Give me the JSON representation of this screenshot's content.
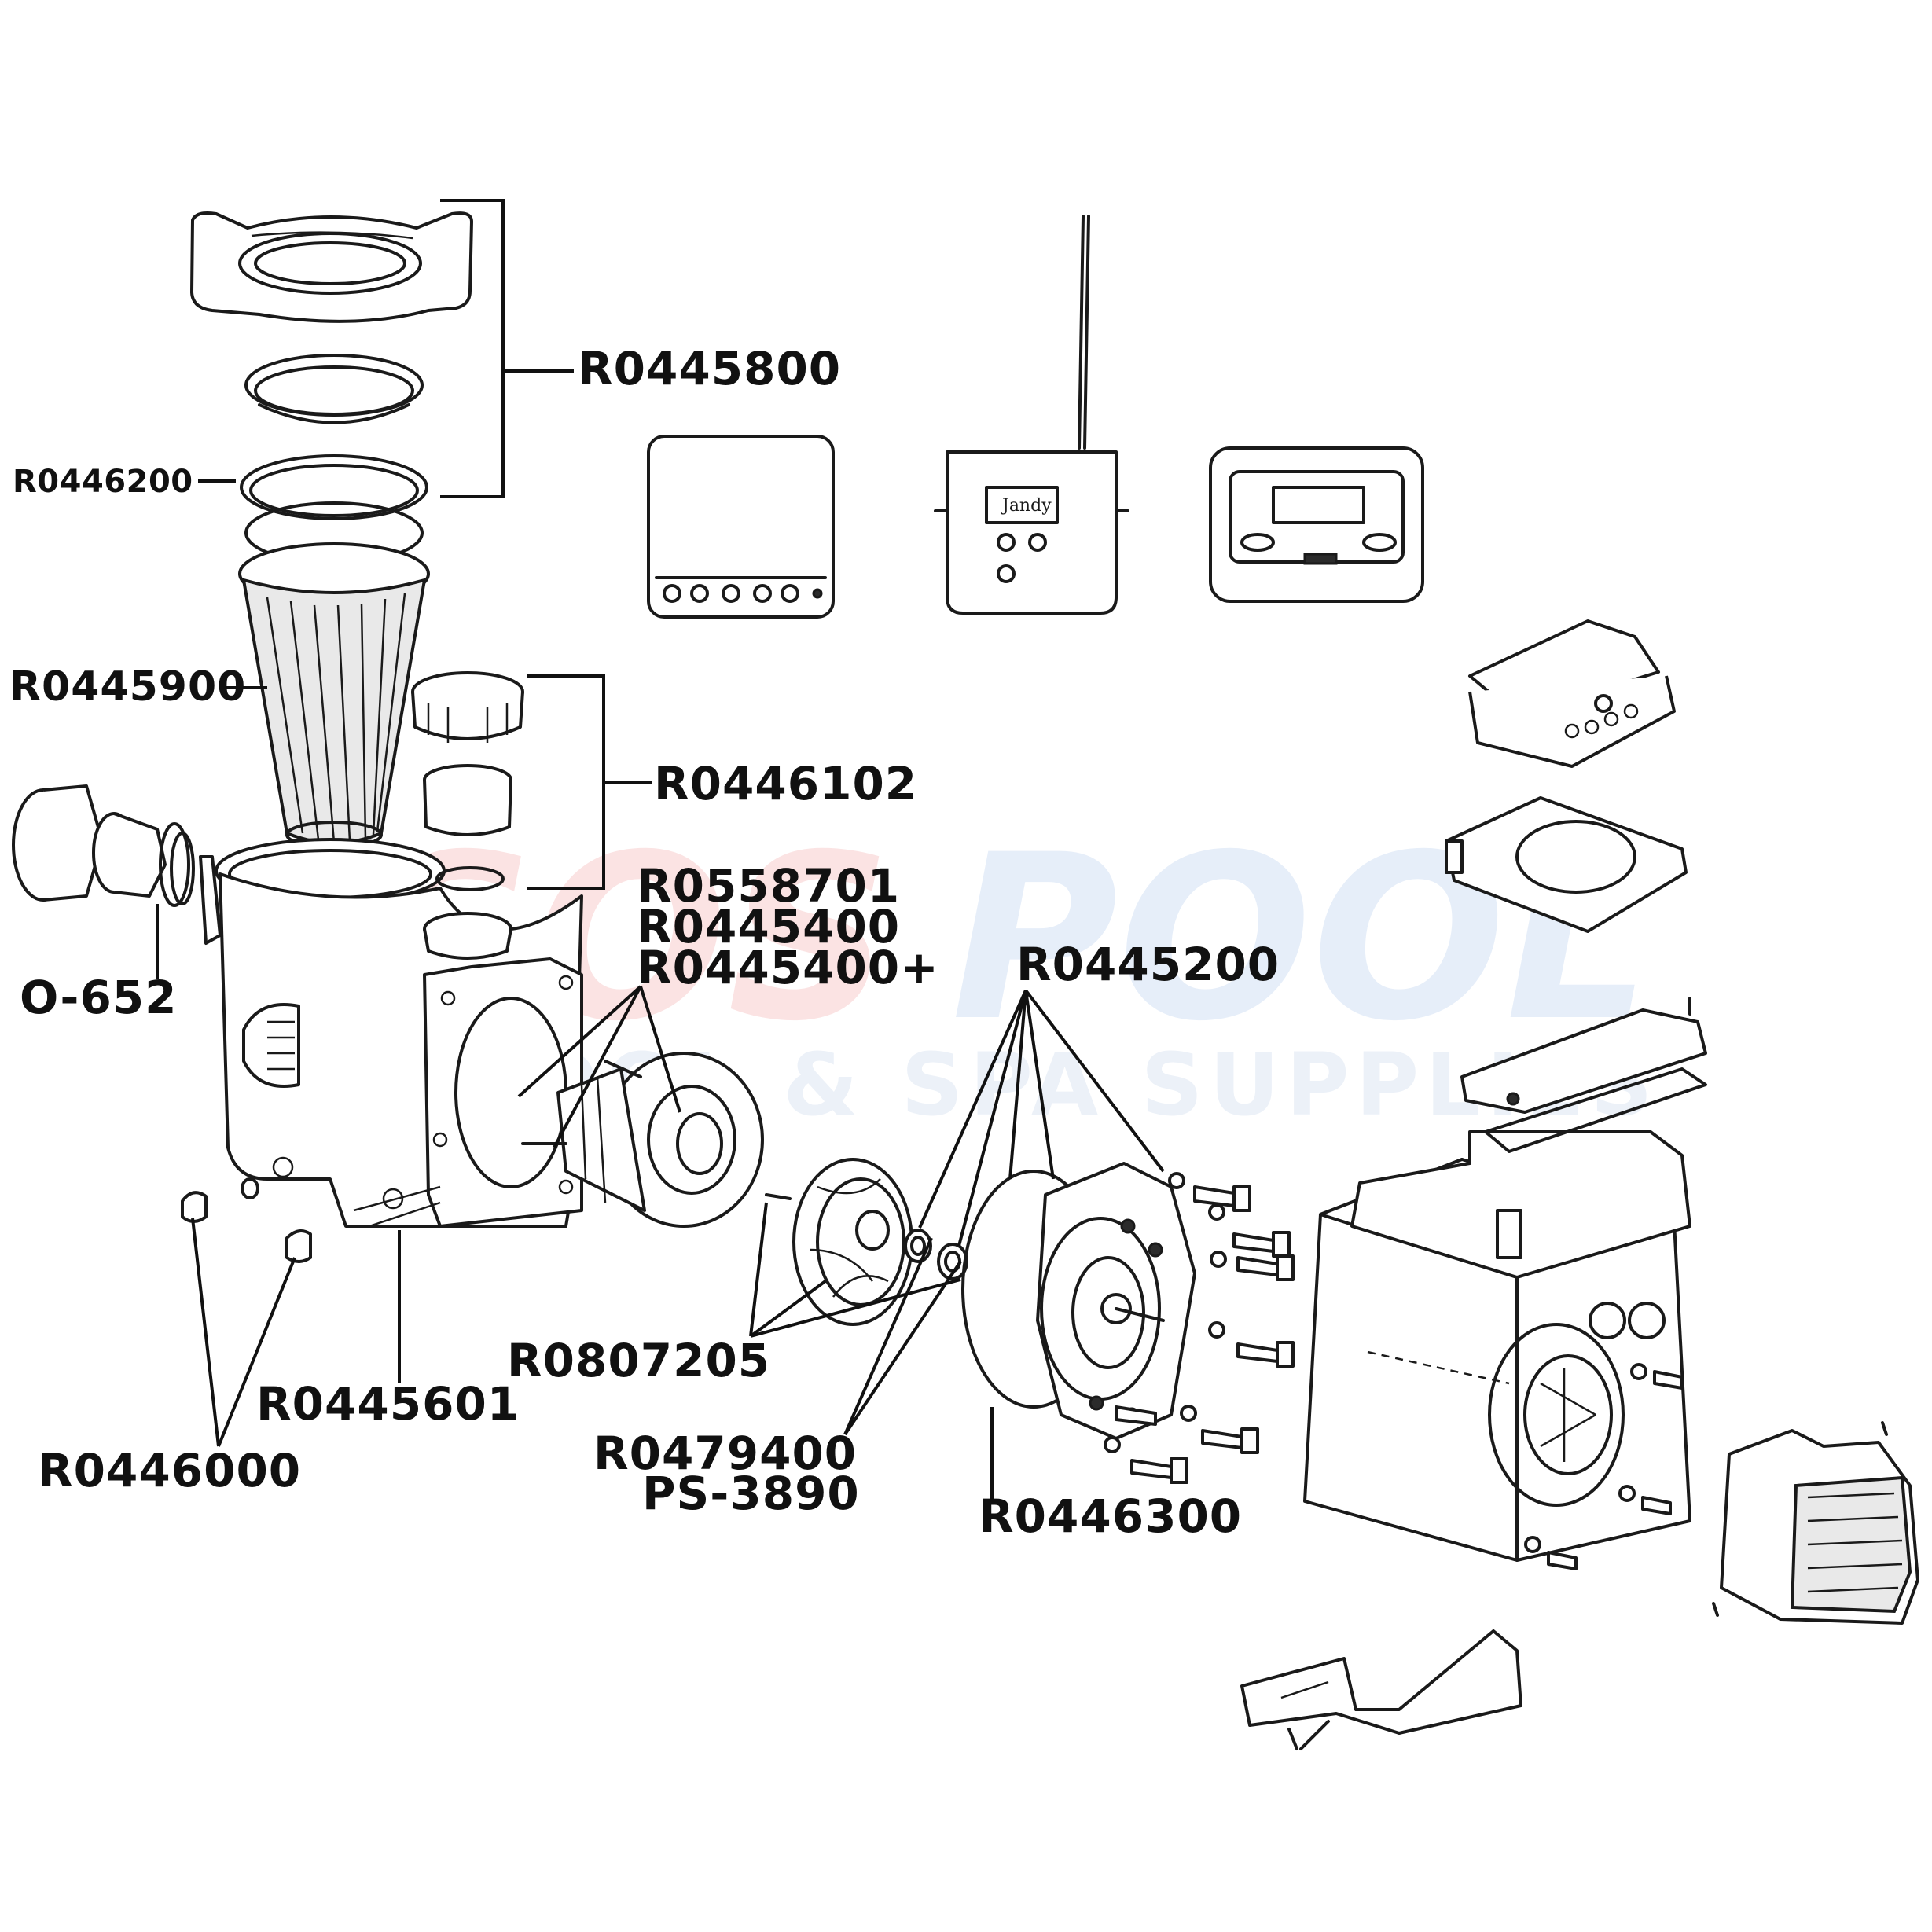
{
  "watermark": {
    "brand_left": "SOS",
    "brand_right": "POOL",
    "tagline": "POOL & SPA SUPPLIES"
  },
  "labels": {
    "cover_kit": "R0445800",
    "lid_oring": "R0446200",
    "basket": "R0445900",
    "union_kit": "R0446102",
    "union_oring": "O-652",
    "diffuser_a": "R0558701",
    "diffuser_b": "R0445400",
    "diffuser_c": "R0445400+",
    "hardware": "R0445200",
    "impeller": "R0807205",
    "seal_a": "R0479400",
    "seal_b": "PS-3890",
    "housing": "R0445601",
    "drain_plug": "R0446000",
    "seal_plate": "R0446300"
  },
  "controls": {
    "remote_brand": "Jandy"
  },
  "colors": {
    "line": "#1a1a1a",
    "watermark_red": "#fbe3e3",
    "watermark_blue": "#e6eef9"
  }
}
